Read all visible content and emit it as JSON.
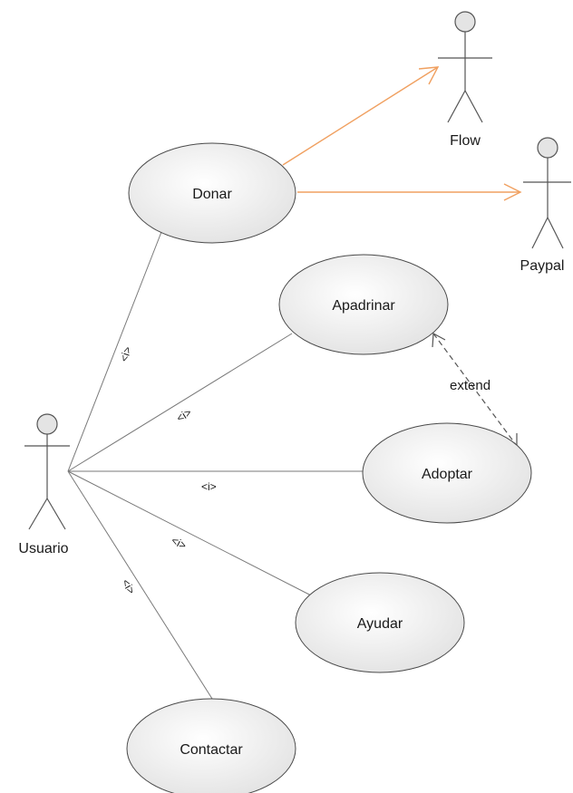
{
  "colors": {
    "association": "#7a7a7a",
    "generalization": "#f0a060",
    "extend": "#555555",
    "usecase_fill": "#e8e8e8"
  },
  "actors": {
    "usuario": "Usuario",
    "flow": "Flow",
    "paypal": "Paypal"
  },
  "use_cases": {
    "donar": "Donar",
    "apadrinar": "Apadrinar",
    "adoptar": "Adoptar",
    "ayudar": "Ayudar",
    "contactar": "Contactar"
  },
  "relationships": {
    "include_donar": "<i>",
    "include_apadrinar": "<i>",
    "include_adoptar": "<i>",
    "include_ayudar": "<i>",
    "include_contactar": "<i>",
    "extend": "extend"
  }
}
